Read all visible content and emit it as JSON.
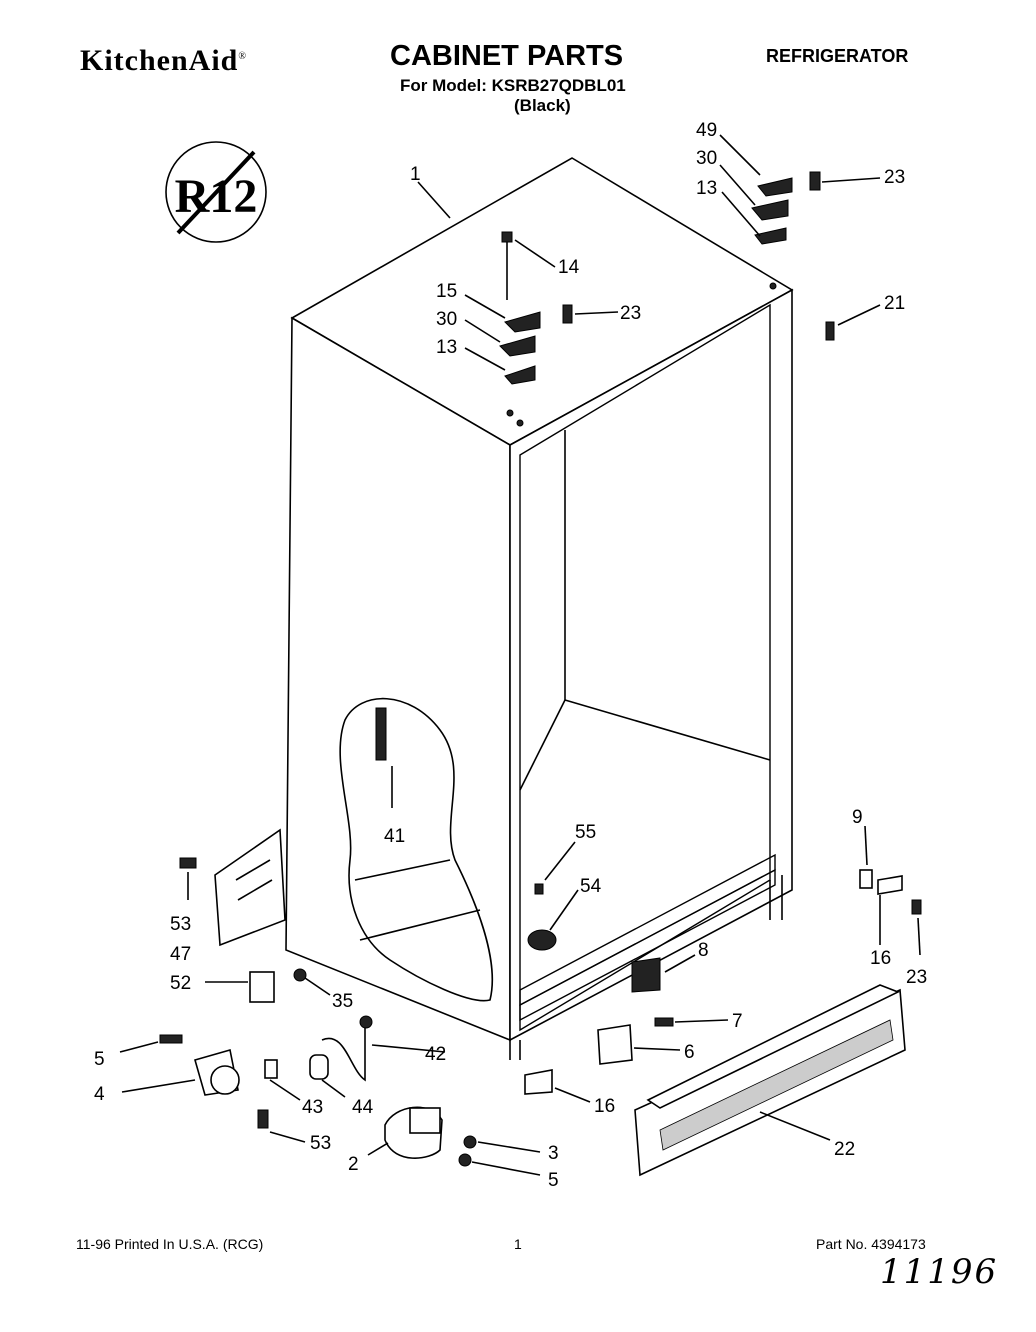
{
  "header": {
    "brand": "KitchenAid",
    "brand_mark": "®",
    "title": "CABINET PARTS",
    "model_line": "For Model: KSRB27QDBL01",
    "color_line": "(Black)",
    "product": "REFRIGERATOR"
  },
  "badge": {
    "text": "R12"
  },
  "footer": {
    "printed": "11-96 Printed In U.S.A. (RCG)",
    "page": "1",
    "part_no": "Part No. 4394173",
    "handwritten": "11196"
  },
  "callouts": [
    {
      "id": "c1",
      "text": "1"
    },
    {
      "id": "c49",
      "text": "49"
    },
    {
      "id": "c30a",
      "text": "30"
    },
    {
      "id": "c13a",
      "text": "13"
    },
    {
      "id": "c23a",
      "text": "23"
    },
    {
      "id": "c14",
      "text": "14"
    },
    {
      "id": "c15",
      "text": "15"
    },
    {
      "id": "c23b",
      "text": "23"
    },
    {
      "id": "c30b",
      "text": "30"
    },
    {
      "id": "c13b",
      "text": "13"
    },
    {
      "id": "c21",
      "text": "21"
    },
    {
      "id": "c41",
      "text": "41"
    },
    {
      "id": "c9",
      "text": "9"
    },
    {
      "id": "c55",
      "text": "55"
    },
    {
      "id": "c54",
      "text": "54"
    },
    {
      "id": "c53a",
      "text": "53"
    },
    {
      "id": "c47",
      "text": "47"
    },
    {
      "id": "c16a",
      "text": "16"
    },
    {
      "id": "c23c",
      "text": "23"
    },
    {
      "id": "c8",
      "text": "8"
    },
    {
      "id": "c52",
      "text": "52"
    },
    {
      "id": "c35",
      "text": "35"
    },
    {
      "id": "c7",
      "text": "7"
    },
    {
      "id": "c5a",
      "text": "5"
    },
    {
      "id": "c42",
      "text": "42"
    },
    {
      "id": "c6",
      "text": "6"
    },
    {
      "id": "c4",
      "text": "4"
    },
    {
      "id": "c43",
      "text": "43"
    },
    {
      "id": "c44",
      "text": "44"
    },
    {
      "id": "c16b",
      "text": "16"
    },
    {
      "id": "c22",
      "text": "22"
    },
    {
      "id": "c53b",
      "text": "53"
    },
    {
      "id": "c3",
      "text": "3"
    },
    {
      "id": "c2",
      "text": "2"
    },
    {
      "id": "c5b",
      "text": "5"
    }
  ]
}
